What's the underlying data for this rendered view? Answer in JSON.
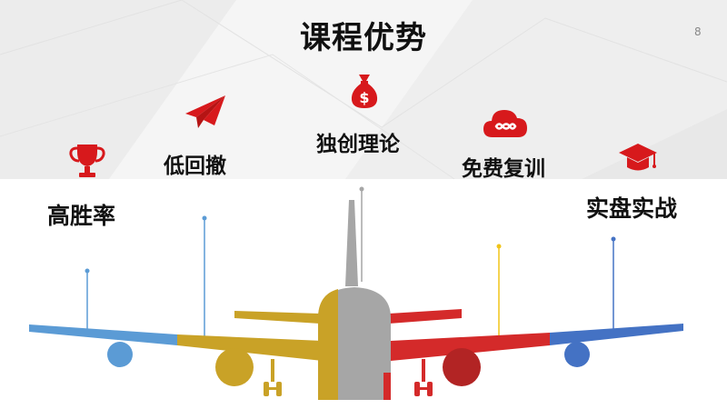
{
  "slide": {
    "title": "课程优势",
    "page_number": "8"
  },
  "features": [
    {
      "label": "高胜率",
      "icon": "trophy-icon",
      "color": "#d7191c"
    },
    {
      "label": "低回撤",
      "icon": "paper-plane-icon",
      "color": "#d7191c"
    },
    {
      "label": "独创理论",
      "icon": "money-bag-icon",
      "color": "#d7191c"
    },
    {
      "label": "免费复训",
      "icon": "infinity-cloud-icon",
      "color": "#d7191c"
    },
    {
      "label": "实盘实战",
      "icon": "graduation-cap-icon",
      "color": "#d7191c"
    }
  ],
  "colors": {
    "accent_red": "#d42a2a",
    "blue": "#5b9bd5",
    "gold": "#c9a227",
    "gray": "#a6a6a6",
    "dark_blue": "#4472c4"
  }
}
